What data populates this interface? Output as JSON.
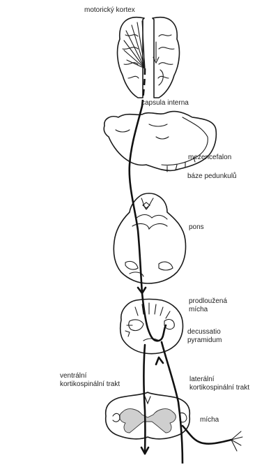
{
  "labels": {
    "motor_cortex": "motorický kortex",
    "capsula_interna": "capsula interna",
    "mezencefalon": "mezencefalon",
    "baze_pedunkulu": "báze pedunkulů",
    "pons": "pons",
    "prodlouzena_micha": "prodloužená\nmícha",
    "decussatio": "decussatio\npyramidum",
    "ventralni": "ventrální\nkortikospinální trakt",
    "lateralni": "laterální\nkortikospinální trakt",
    "micha": "mícha"
  }
}
